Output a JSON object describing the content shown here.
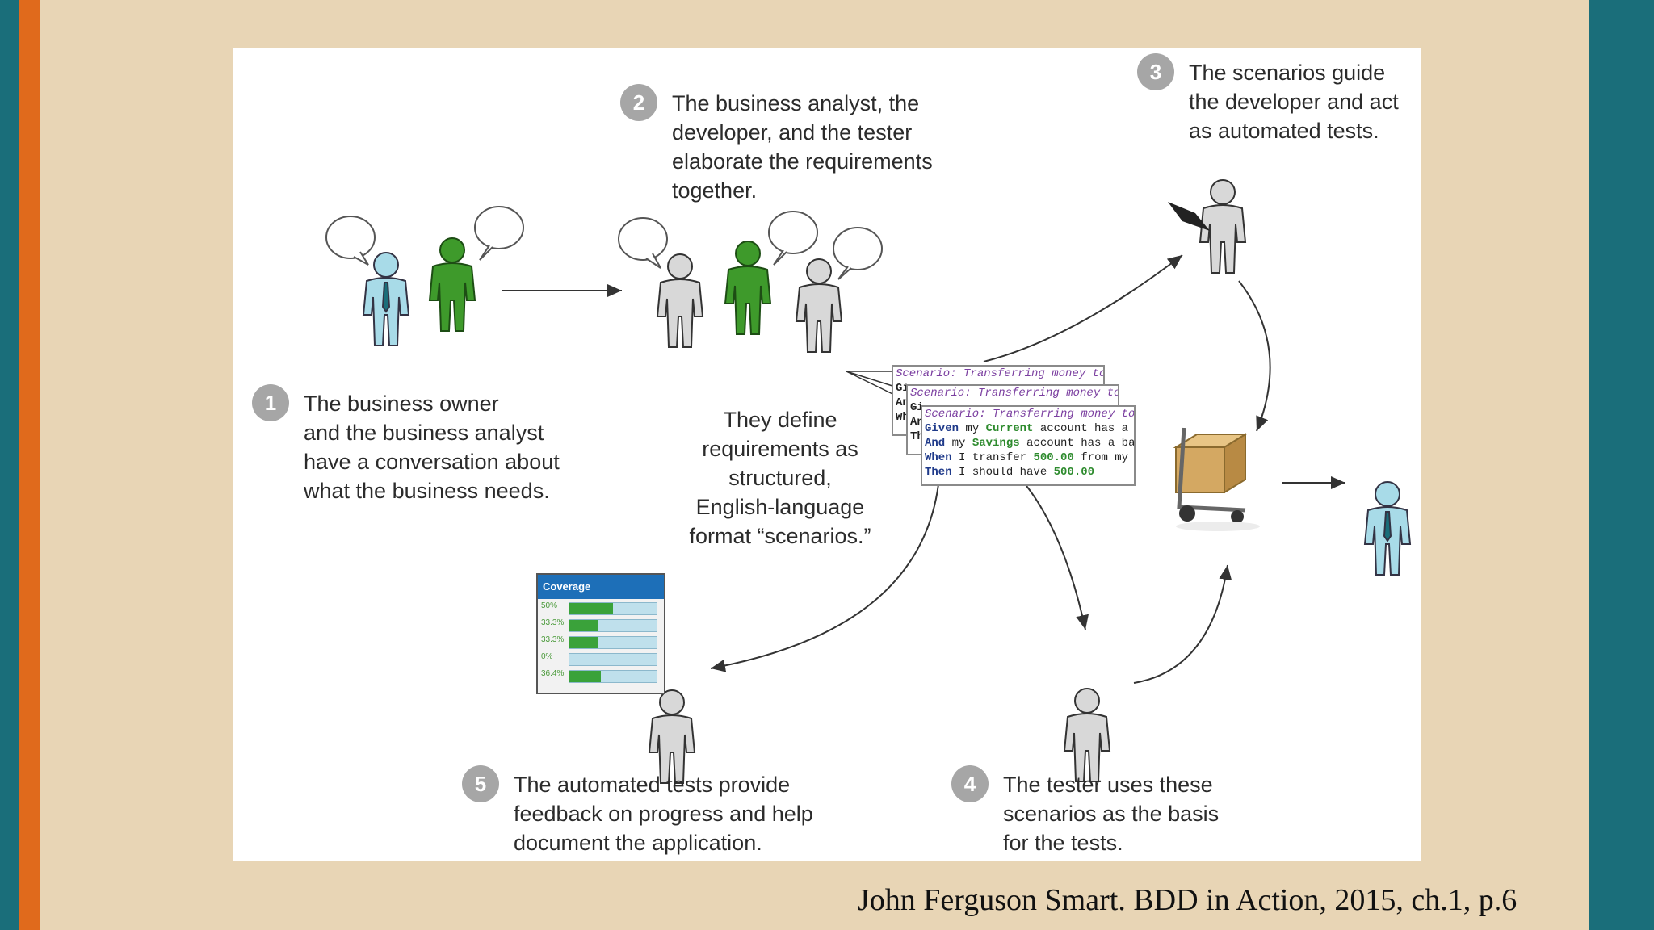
{
  "steps": [
    {
      "num": "1",
      "lines": [
        "The business owner",
        "and the business analyst",
        "have a conversation about",
        "what the business needs."
      ]
    },
    {
      "num": "2",
      "lines": [
        "The business analyst, the",
        "developer, and the tester",
        "elaborate the requirements",
        "together."
      ]
    },
    {
      "num": "3",
      "lines": [
        "The scenarios guide",
        "the developer and act",
        "as automated tests."
      ]
    },
    {
      "num": "4",
      "lines": [
        "The tester uses these",
        "scenarios as the basis",
        "for the tests."
      ]
    },
    {
      "num": "5",
      "lines": [
        "The automated tests provide",
        "feedback on progress and help",
        "document the application."
      ]
    }
  ],
  "define_text": [
    "They define",
    "requirements as",
    "structured,",
    "English-language",
    "format “scenarios.”"
  ],
  "scenario_cards": {
    "title": "Scenario: Transferring money to",
    "lines": [
      {
        "kw": "Given",
        "pre": " my ",
        "hl": "Current",
        "post": " account has a"
      },
      {
        "kw": "And",
        "pre": " my ",
        "hl": "Savings",
        "post": " account has a ba"
      },
      {
        "kw": "When",
        "pre": " I transfer ",
        "hl": "500.00",
        "post": " from my"
      },
      {
        "kw": "Then",
        "pre": " I should have ",
        "hl": "500.00",
        "post": ""
      }
    ],
    "side_fragments": [
      "Gi",
      "An",
      "Wh",
      "Th"
    ]
  },
  "coverage": {
    "title": "Coverage",
    "rows": [
      {
        "label": "50%",
        "value": 0.5
      },
      {
        "label": "33.3%",
        "value": 0.333
      },
      {
        "label": "33.3%",
        "value": 0.333
      },
      {
        "label": "0%",
        "value": 0
      },
      {
        "label": "36.4%",
        "value": 0.364
      }
    ]
  },
  "caption": "John Ferguson Smart. BDD in Action, 2015,  ch.1, p.6",
  "colors": {
    "owner": "#a8dbe8",
    "analyst": "#3e9a2b",
    "dev": "#d8d8d8",
    "badge": "#a6a6a6"
  }
}
